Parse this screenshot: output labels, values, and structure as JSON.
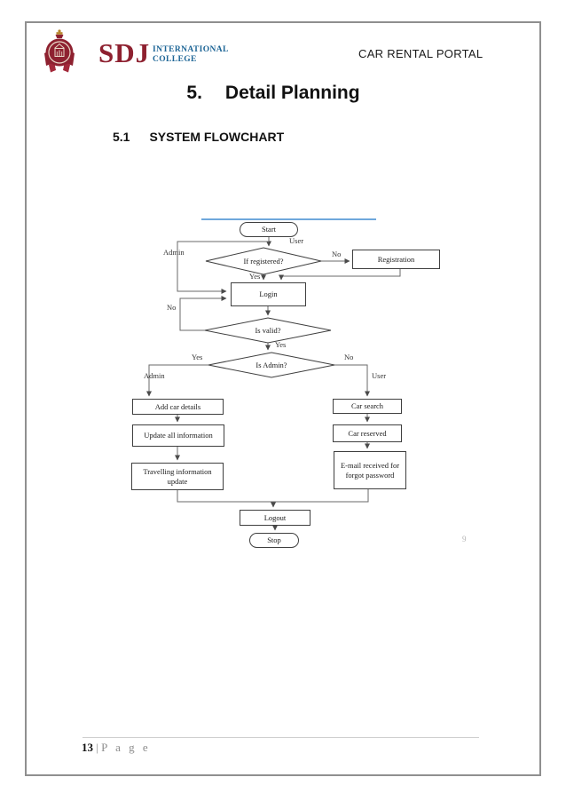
{
  "brand": {
    "abbr": "SDJ",
    "name_line1": "INTERNATIONAL",
    "name_line2": "COLLEGE"
  },
  "header": {
    "doc_title": "CAR RENTAL PORTAL"
  },
  "heading": {
    "number": "5.",
    "title": "Detail Planning"
  },
  "section": {
    "number": "5.1",
    "title": "SYSTEM FLOWCHART"
  },
  "flowchart": {
    "nodes": {
      "start": "Start",
      "if_registered": "If registered?",
      "registration": "Registration",
      "login": "Login",
      "is_valid": "Is valid?",
      "is_admin": "Is Admin?",
      "add_car_details": "Add car details",
      "update_all_information": "Update all information",
      "travelling_info_line1": "Travelling information",
      "travelling_info_line2": "update",
      "car_search": "Car search",
      "car_reserved": "Car reserved",
      "email_line1": "E-mail received for",
      "email_line2": "forgot password",
      "logout": "Logout",
      "stop": "Stop"
    },
    "labels": {
      "user_top": "User",
      "admin_top": "Admin",
      "no_registered": "No",
      "yes_registered": "Yes",
      "no_valid": "No",
      "yes_valid": "Yes",
      "yes_admin": "Yes",
      "no_admin": "No",
      "admin_branch": "Admin",
      "user_branch": "User"
    },
    "watermark": "9"
  },
  "footer": {
    "page_number": "13",
    "separator": "|",
    "label": "P a g e"
  },
  "colors": {
    "accent_line": "#6fa8dc",
    "brand_maroon": "#8e2130",
    "brand_blue": "#1d6596",
    "frame_gray": "#8f8f8f"
  }
}
